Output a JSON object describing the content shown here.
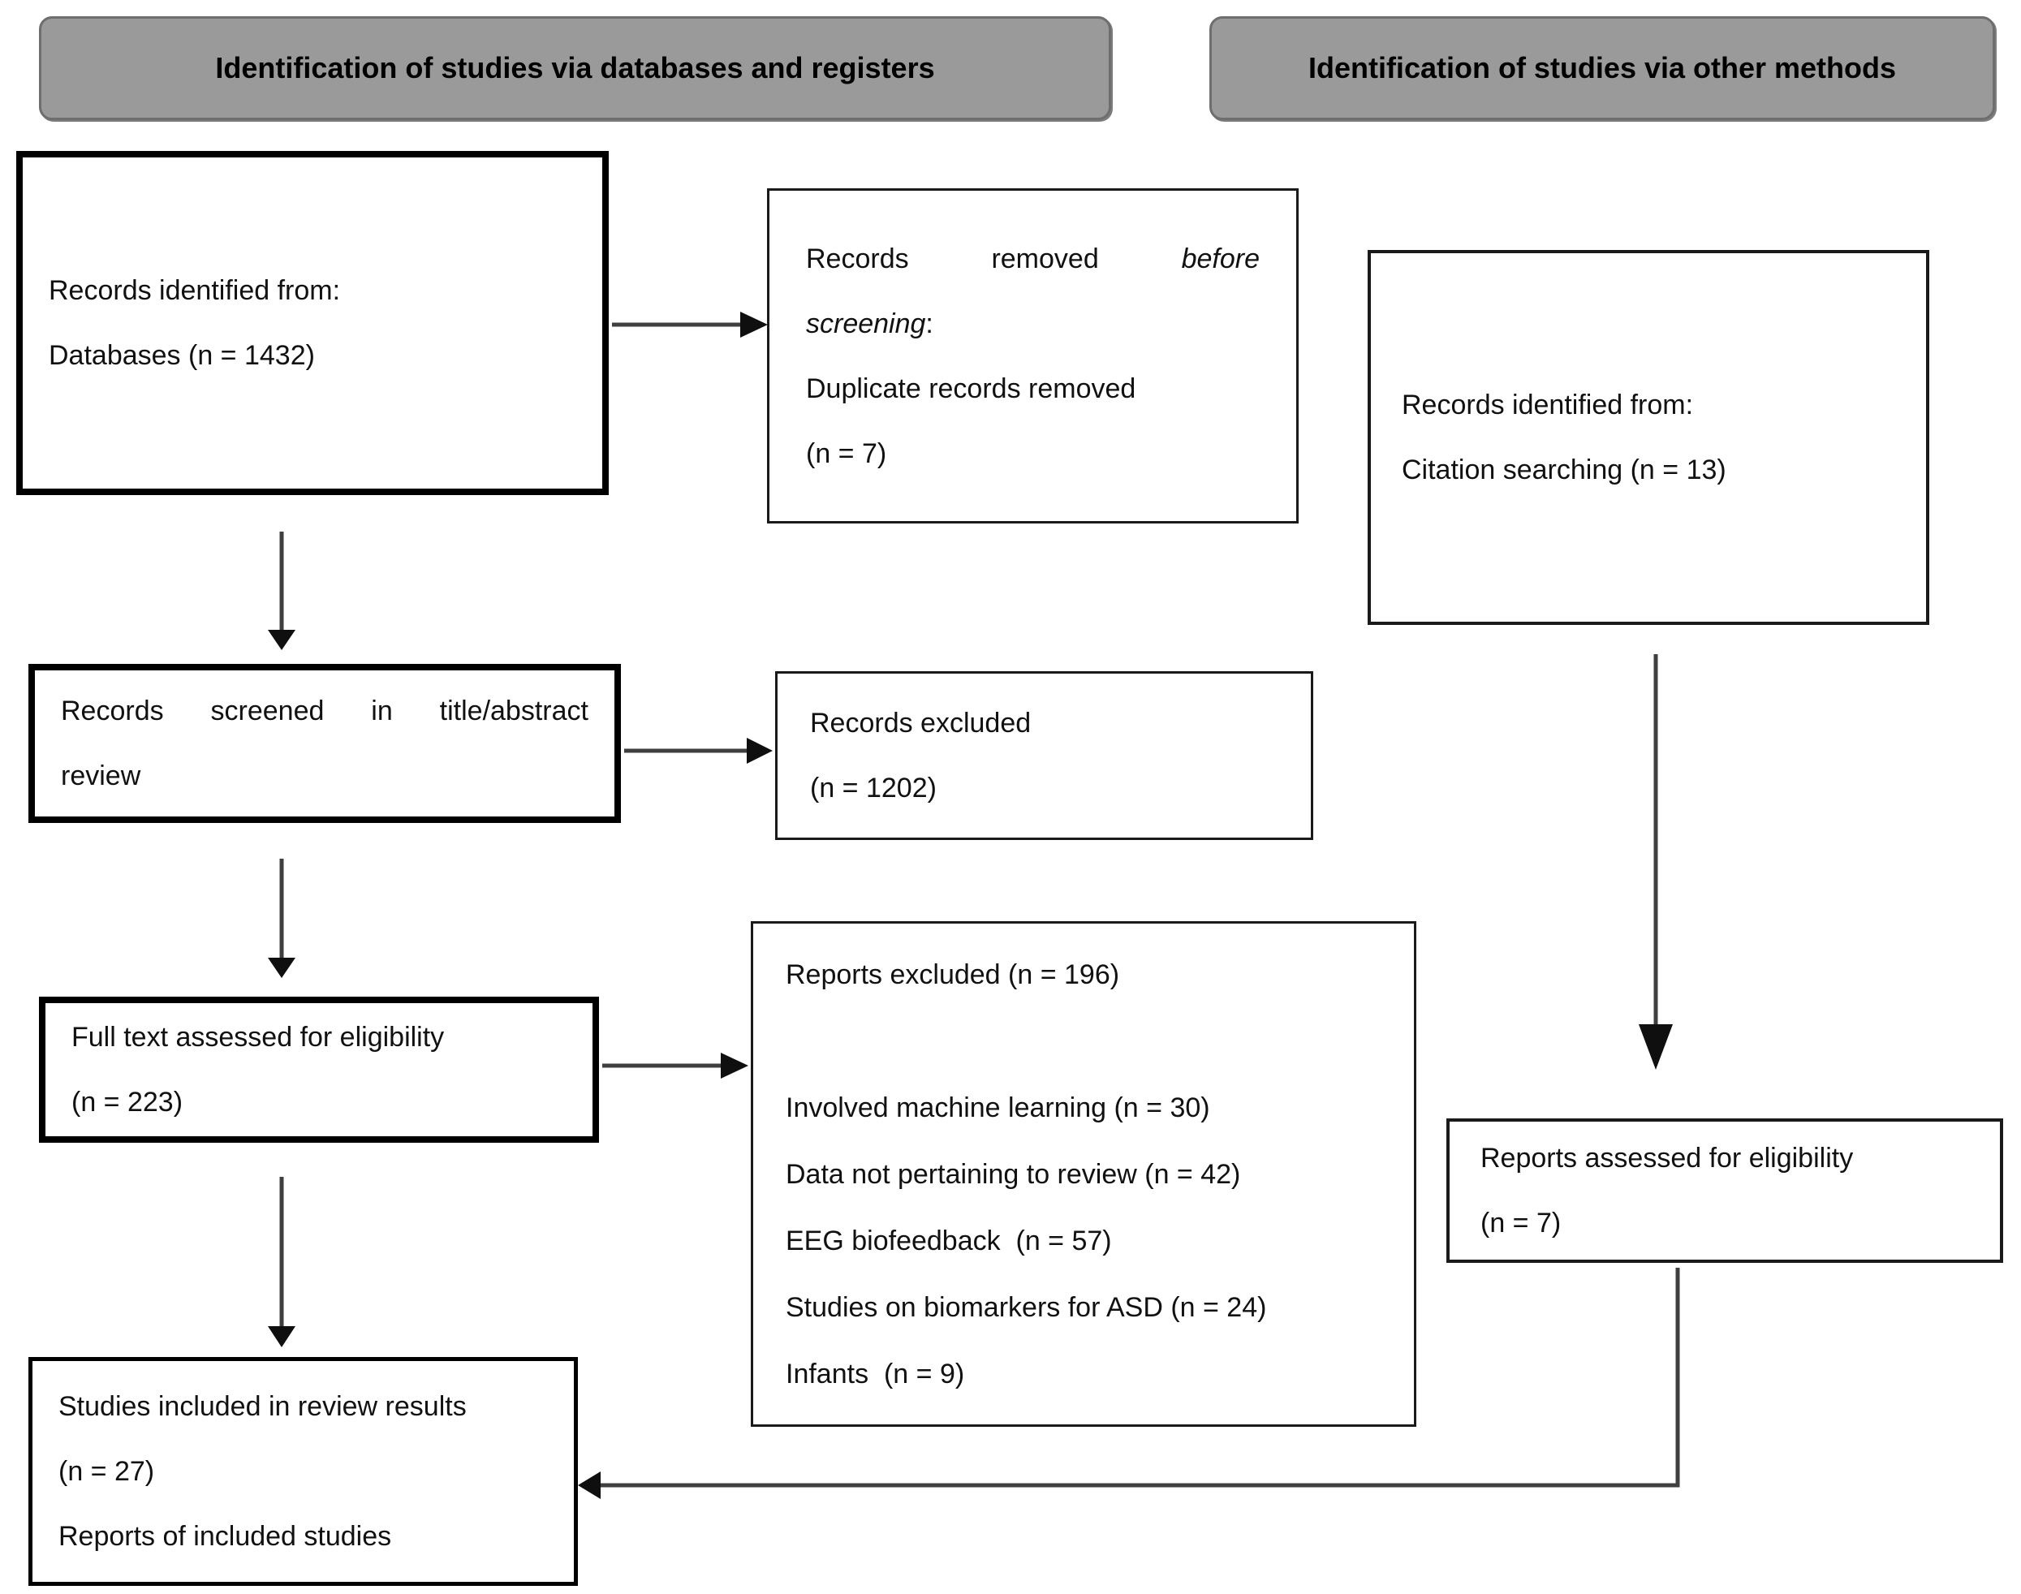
{
  "headers": {
    "databases": "Identification of studies via databases and registers",
    "other_methods": "Identification of studies via other methods"
  },
  "boxes": {
    "records_identified_db": {
      "line1": "Records identified from:",
      "line2": "Databases (n = 1432)"
    },
    "records_removed": {
      "w1": "Records",
      "w2": "removed",
      "w3_italic": "before",
      "line2_italic": "screening",
      "line2_colon": ":",
      "line3": "Duplicate records removed",
      "line4": "(n = 7)"
    },
    "records_identified_citation": {
      "line1": "Records identified from:",
      "line2": "Citation searching (n = 13)"
    },
    "records_screened": {
      "w1": "Records",
      "w2": "screened",
      "w3": "in",
      "w4": "title/abstract",
      "line2": "review"
    },
    "records_excluded": {
      "line1": "Records excluded",
      "line2": "(n = 1202)"
    },
    "full_text_assessed": {
      "line1": "Full text assessed for eligibility",
      "line2": "(n = 223)"
    },
    "reports_excluded": {
      "title": "Reports excluded (n = 196)",
      "items": [
        "Involved machine learning (n = 30)",
        "Data not pertaining to review (n = 42)",
        "EEG biofeedback  (n = 57)",
        "Studies on biomarkers for ASD (n = 24)",
        "Infants  (n = 9)"
      ]
    },
    "reports_assessed": {
      "line1": "Reports assessed for eligibility",
      "line2": "(n = 7)"
    },
    "studies_included": {
      "line1": "Studies included in review results",
      "line2": "(n = 27)",
      "line3": "Reports of included studies"
    }
  },
  "colors": {
    "header_fill": "#9a9a9a",
    "header_border": "#6e6e6e",
    "box_border": "#000000",
    "arrow_stem": "#3f3f3f",
    "arrow_head": "#0f0f0f"
  }
}
